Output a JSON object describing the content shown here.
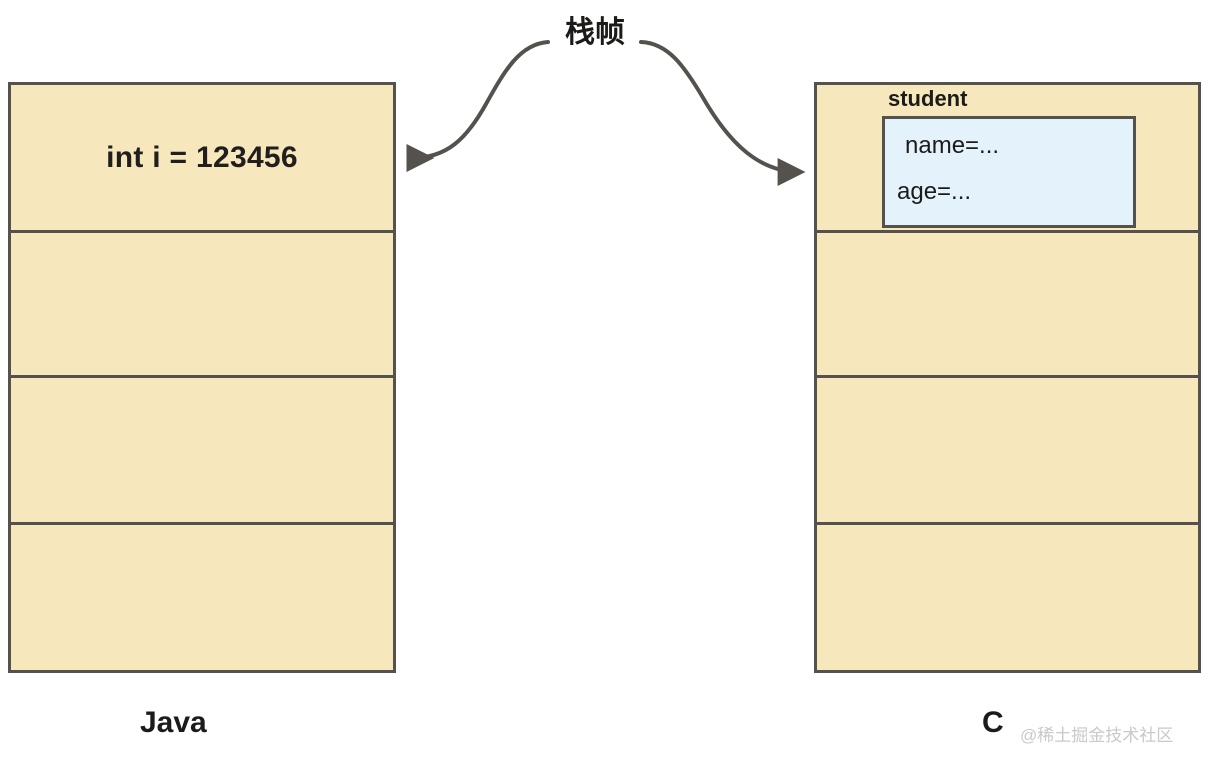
{
  "diagram": {
    "annotation": {
      "label": "栈帧",
      "arrow_left_name": "arrow-to-java-frame",
      "arrow_right_name": "arrow-to-c-frame"
    },
    "colors": {
      "stack_fill": "#f6e7bd",
      "stack_border": "#55514c",
      "object_fill": "#e4f2fb",
      "text": "#1d1b1a",
      "watermark": "#c9c9c9"
    },
    "stacks": [
      {
        "id": "java",
        "caption": "Java",
        "rows": [
          {
            "text": "int i = 123456"
          },
          {
            "text": ""
          },
          {
            "text": ""
          },
          {
            "text": ""
          }
        ]
      },
      {
        "id": "c",
        "caption": "C",
        "rows": [
          {
            "text": ""
          },
          {
            "text": ""
          },
          {
            "text": ""
          },
          {
            "text": ""
          }
        ],
        "object": {
          "title": "student",
          "fields": [
            "name=...",
            "age=..."
          ]
        }
      }
    ],
    "watermark": "@稀土掘金技术社区"
  }
}
